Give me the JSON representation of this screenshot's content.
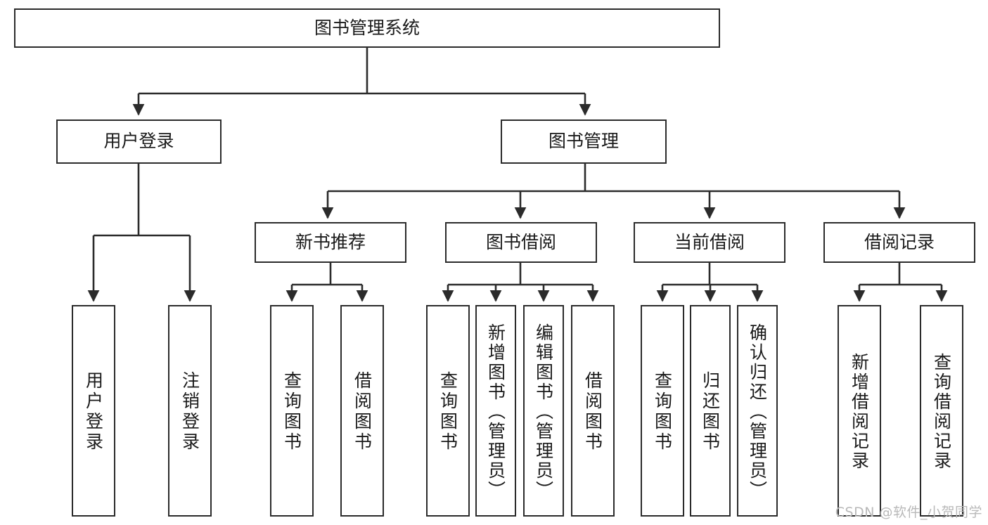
{
  "diagram": {
    "title": "图书管理系统",
    "type": "tree",
    "watermark": "CSDN @软件_小贺同学",
    "levels": {
      "root": {
        "label": "图书管理系统"
      },
      "level2": [
        {
          "id": "user-login",
          "label": "用户登录"
        },
        {
          "id": "book-manage",
          "label": "图书管理"
        }
      ],
      "level3": [
        {
          "id": "new-book-rec",
          "label": "新书推荐",
          "parent": "book-manage"
        },
        {
          "id": "book-borrow",
          "label": "图书借阅",
          "parent": "book-manage"
        },
        {
          "id": "current-borrow",
          "label": "当前借阅",
          "parent": "book-manage"
        },
        {
          "id": "borrow-record",
          "label": "借阅记录",
          "parent": "book-manage"
        }
      ],
      "leaves": [
        {
          "id": "leaf-user-login",
          "label": "用户登录",
          "parent": "user-login"
        },
        {
          "id": "leaf-user-logout",
          "label": "注销登录",
          "parent": "user-login"
        },
        {
          "id": "leaf-query-book-1",
          "label": "查询图书",
          "parent": "new-book-rec"
        },
        {
          "id": "leaf-borrow-book-1",
          "label": "借阅图书",
          "parent": "new-book-rec"
        },
        {
          "id": "leaf-query-book-2",
          "label": "查询图书",
          "parent": "book-borrow"
        },
        {
          "id": "leaf-add-book",
          "label": "新增图书（管理员）",
          "parent": "book-borrow"
        },
        {
          "id": "leaf-edit-book",
          "label": "编辑图书（管理员）",
          "parent": "book-borrow"
        },
        {
          "id": "leaf-borrow-book-2",
          "label": "借阅图书",
          "parent": "book-borrow"
        },
        {
          "id": "leaf-query-book-3",
          "label": "查询图书",
          "parent": "current-borrow"
        },
        {
          "id": "leaf-return-book",
          "label": "归还图书",
          "parent": "current-borrow"
        },
        {
          "id": "leaf-confirm-return",
          "label": "确认归还（管理员）",
          "parent": "current-borrow"
        },
        {
          "id": "leaf-add-record",
          "label": "新增借阅记录",
          "parent": "borrow-record"
        },
        {
          "id": "leaf-query-record",
          "label": "查询借阅记录",
          "parent": "borrow-record"
        }
      ]
    },
    "colors": {
      "stroke": "#2b2b2b",
      "fill": "#ffffff",
      "text": "#1a1a1a",
      "watermark": "#b9b9b9"
    }
  }
}
